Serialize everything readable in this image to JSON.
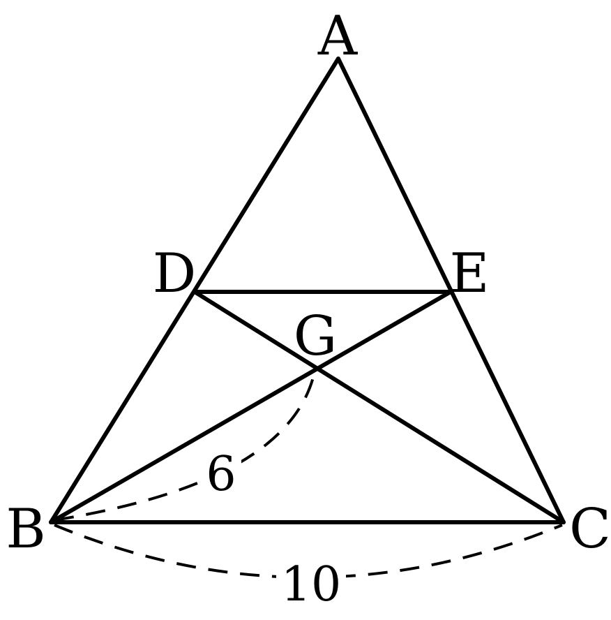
{
  "points": {
    "A": "A",
    "B": "B",
    "C": "C",
    "D": "D",
    "E": "E",
    "G": "G"
  },
  "measurements": {
    "BG": "6",
    "BC": "10"
  },
  "segments": [
    "AB",
    "AC",
    "BC",
    "DE",
    "BE",
    "CD"
  ],
  "dashed_arcs": [
    "BG",
    "BC"
  ],
  "colors": {
    "stroke": "#000000",
    "background": "#ffffff"
  }
}
